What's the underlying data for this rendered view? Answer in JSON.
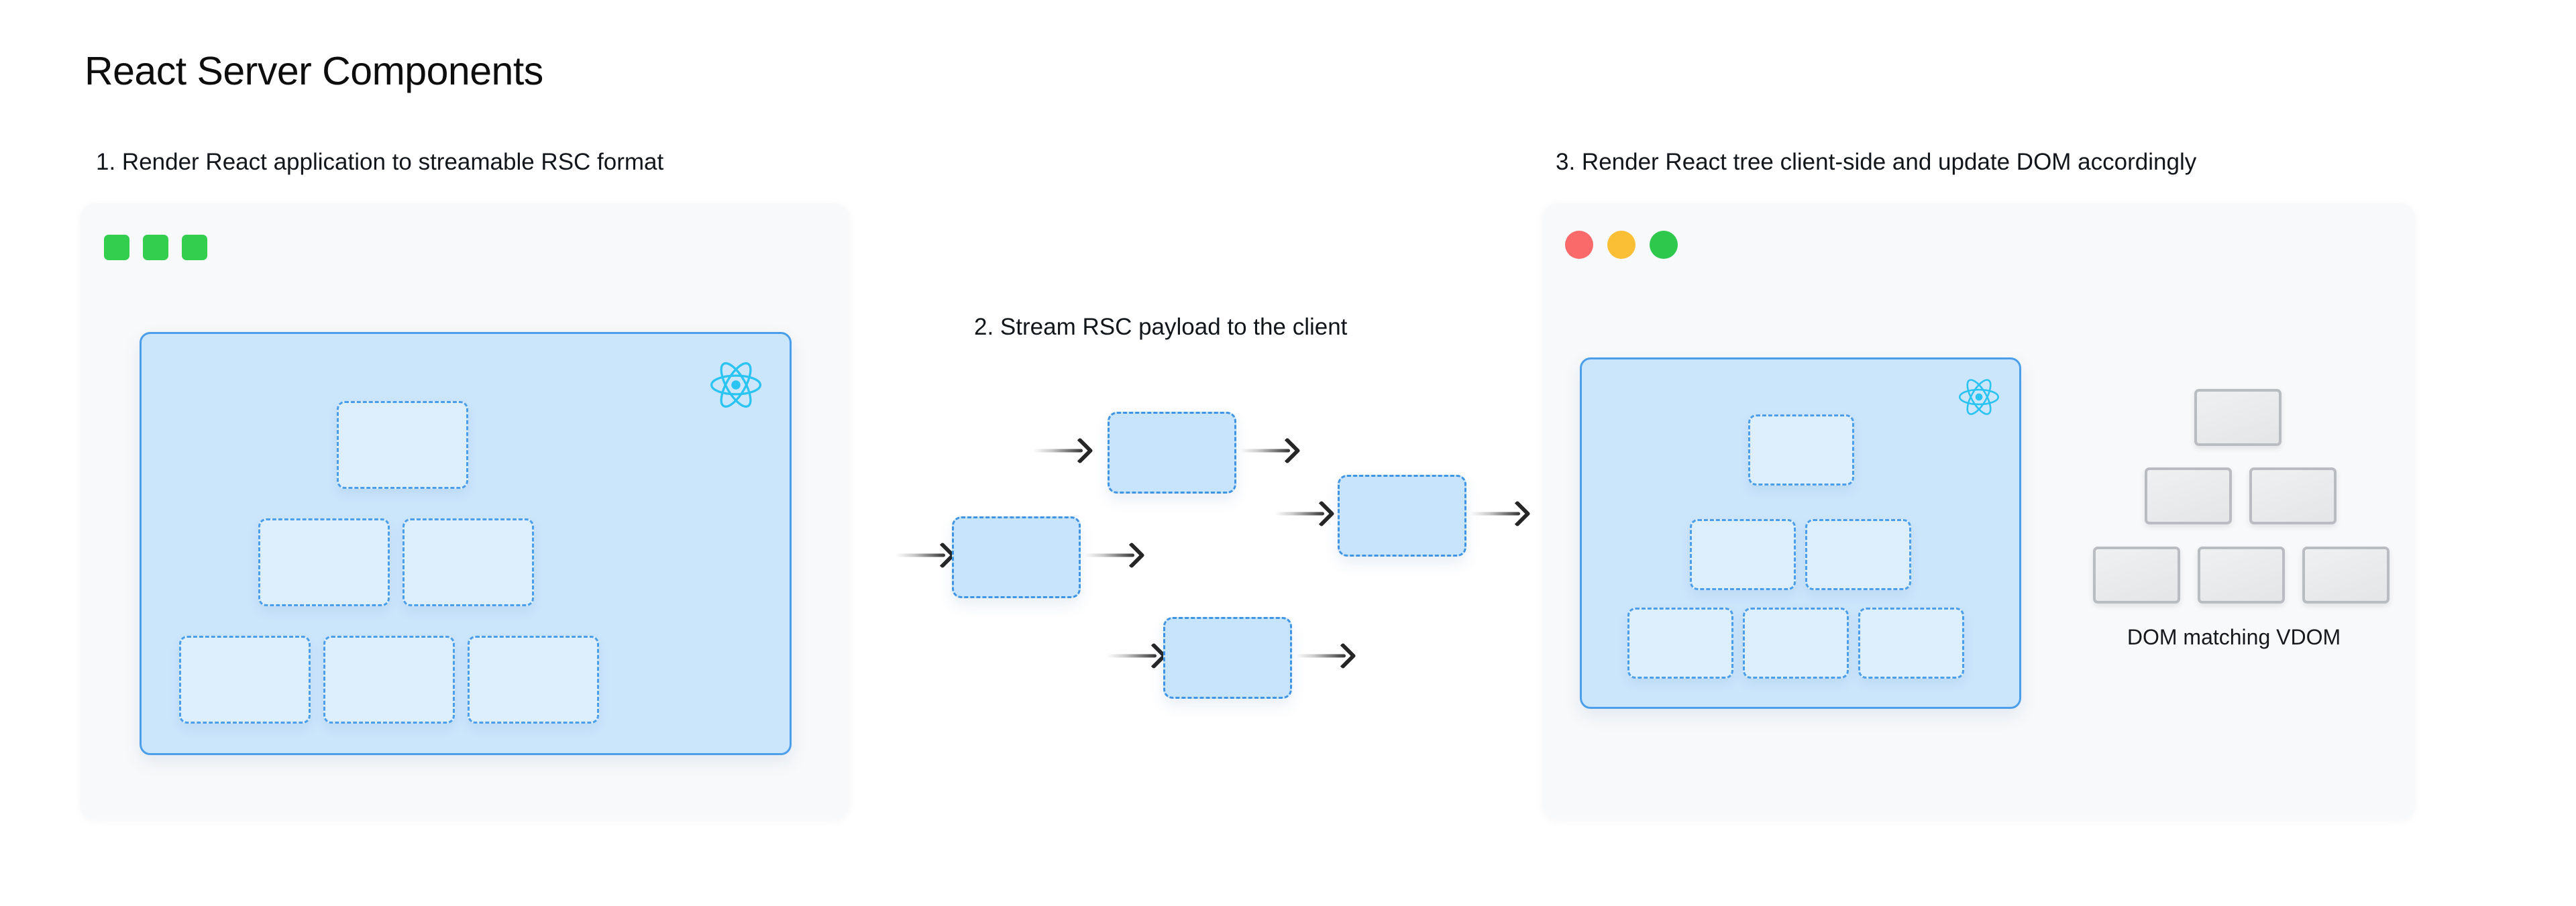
{
  "page": {
    "title": "React Server Components",
    "background": "#ffffff"
  },
  "theme": {
    "blue_fill": "#cbe5fb",
    "blue_border": "#4b9ee9",
    "node_fill": "#ddeefd",
    "react_cyan": "#2ac4f2",
    "card_bg": "#f8f9fa",
    "dom_fill": "#e9ebec",
    "dom_border": "#b9bdc1",
    "arrow_color": "#262626"
  },
  "steps": [
    {
      "id": "step-1",
      "heading": "1. Render React application to streamable RSC format",
      "window_controls": {
        "style": "squares",
        "dots": [
          {
            "name": "server-indicator-1",
            "color": "#34ce4f"
          },
          {
            "name": "server-indicator-2",
            "color": "#34ce4f"
          },
          {
            "name": "server-indicator-3",
            "color": "#34ce4f"
          }
        ]
      },
      "tree": {
        "logo": "react-atom-icon",
        "node_count": 6,
        "rows": [
          1,
          2,
          3
        ]
      }
    },
    {
      "id": "step-2",
      "heading": "2. Stream RSC payload to the client",
      "stream": {
        "node_count": 4,
        "arrows_in": 4,
        "arrows_out": 4
      }
    },
    {
      "id": "step-3",
      "heading": "3. Render React tree client-side and update DOM accordingly",
      "window_controls": {
        "style": "circles",
        "dots": [
          {
            "name": "close-dot",
            "color": "#fa6a6a"
          },
          {
            "name": "minimize-dot",
            "color": "#fbbf35"
          },
          {
            "name": "maximize-dot",
            "color": "#2ec94c"
          }
        ]
      },
      "tree": {
        "logo": "react-atom-icon",
        "node_count": 6,
        "rows": [
          1,
          2,
          3
        ]
      },
      "dom": {
        "caption": "DOM matching VDOM",
        "node_count": 6,
        "rows": [
          1,
          2,
          3
        ]
      }
    }
  ]
}
